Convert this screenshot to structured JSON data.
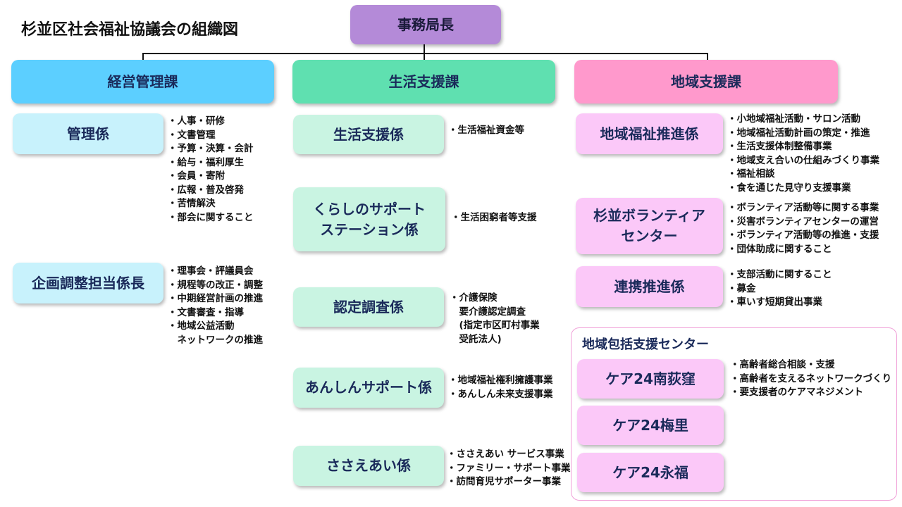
{
  "title": "杉並区社会福祉協議会の組織図",
  "top": "事務局長",
  "divisions": [
    {
      "name": "経営管理課",
      "sections": [
        {
          "name": "管理係",
          "duties": [
            "・人事・研修",
            "・文書管理",
            "・予算・決算・会計",
            "・給与・福利厚生",
            "・会員・寄附",
            "・広報・普及啓発",
            "・苦情解決",
            "・部会に関すること"
          ]
        },
        {
          "name": "企画調整担当係長",
          "duties": [
            "・理事会・評議員会",
            "・規程等の改正・調整",
            "・中期経営計画の推進",
            "・文書審査・指導",
            "・地域公益活動",
            "　ネットワークの推進"
          ]
        }
      ]
    },
    {
      "name": "生活支援課",
      "sections": [
        {
          "name": "生活支援係",
          "duties": [
            "・生活福祉資金等"
          ]
        },
        {
          "name": "くらしのサポート\nステーション係",
          "duties": [
            "・生活困窮者等支援"
          ]
        },
        {
          "name": "認定調査係",
          "duties": [
            "・介護保険",
            "　要介護認定調査",
            "　(指定市区町村事業",
            "　受託法人)"
          ]
        },
        {
          "name": "あんしんサポート係",
          "duties": [
            "・地域福祉権利擁護事業",
            "・あんしん未来支援事業"
          ]
        },
        {
          "name": "ささえあい係",
          "duties": [
            "・ささえあい サービス事業",
            "・ファミリー・サポート事業",
            "・訪問育児サポーター事業"
          ]
        }
      ]
    },
    {
      "name": "地域支援課",
      "sections": [
        {
          "name": "地域福祉推進係",
          "duties": [
            "・小地域福祉活動・サロン活動",
            "・地域福祉活動計画の策定・推進",
            "・生活支援体制整備事業",
            "・地域支え合いの仕組みづくり事業",
            "・福祉相談",
            "・食を通じた見守り支援事業"
          ]
        },
        {
          "name": "杉並ボランティア\nセンター",
          "duties": [
            "・ボランティア活動等に関する事業",
            "・災害ボランティアセンターの運営",
            "・ボランティア活動等の推進・支援",
            "・団体助成に関すること"
          ]
        },
        {
          "name": "連携推進係",
          "duties": [
            "・支部活動に関すること",
            "・募金",
            "・車いす短期貸出事業"
          ]
        }
      ]
    }
  ],
  "center": {
    "title": "地域包括支援センター",
    "duties": [
      "・高齢者総合相談・支援",
      "・高齢者を支えるネットワークづくり",
      "・要支援者のケアマネジメント"
    ],
    "units": [
      "ケア24南荻窪",
      "ケア24梅里",
      "ケア24永福"
    ]
  }
}
